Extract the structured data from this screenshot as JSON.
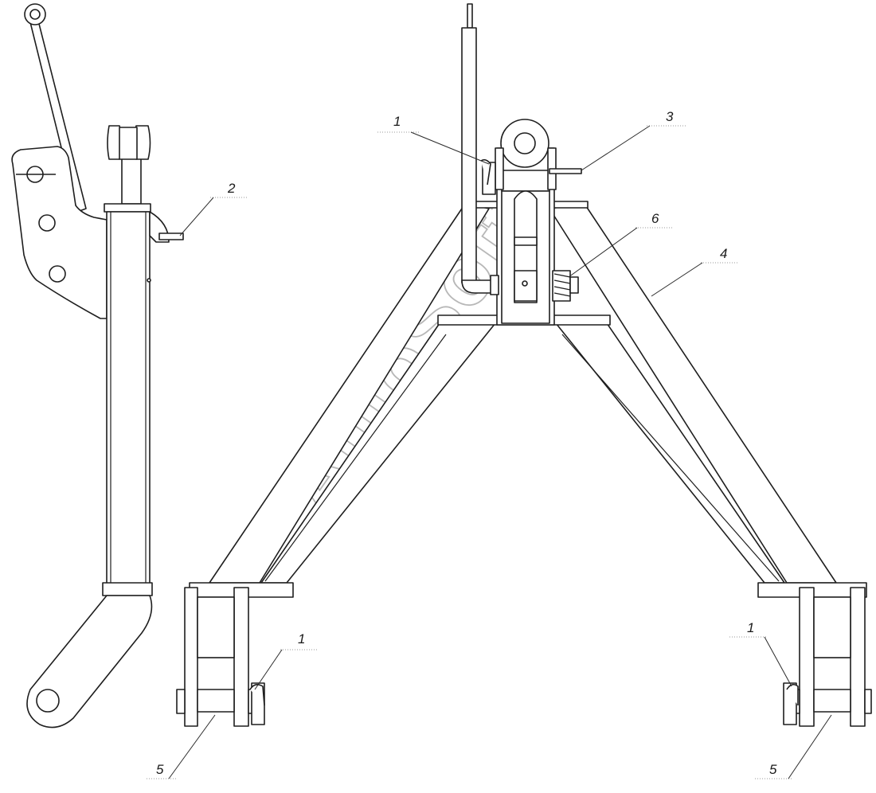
{
  "diagram": {
    "callouts": [
      {
        "id": "callout-1-top",
        "text": "1"
      },
      {
        "id": "callout-2",
        "text": "2"
      },
      {
        "id": "callout-3",
        "text": "3"
      },
      {
        "id": "callout-4",
        "text": "4"
      },
      {
        "id": "callout-6",
        "text": "6"
      },
      {
        "id": "callout-1-left",
        "text": "1"
      },
      {
        "id": "callout-1-right",
        "text": "1"
      },
      {
        "id": "callout-5-left",
        "text": "5"
      },
      {
        "id": "callout-5-right",
        "text": "5"
      }
    ],
    "watermark": "AutoSoft"
  }
}
